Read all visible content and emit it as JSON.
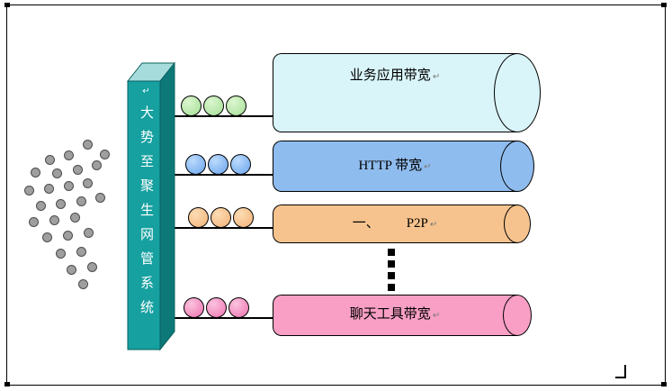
{
  "diagram": {
    "bar": {
      "text": "大势至聚生网管系统",
      "mark": "↵",
      "front_color": "#16a0a0",
      "top_color": "#a7dcdc",
      "side_color": "#0c7878"
    },
    "pipes": [
      {
        "label": "业务应用带宽",
        "mark": "↵",
        "fill": "#d9f5f9",
        "ball_color": "#a4df96"
      },
      {
        "label": "HTTP 带宽",
        "mark": "↵",
        "fill": "#8fbcee",
        "ball_color": "#69a4ee"
      },
      {
        "label": "一、        P2P",
        "mark": "↵",
        "fill": "#f6c38e",
        "ball_color": "#f3b277"
      },
      {
        "label": "聊天工具带宽",
        "mark": "↵",
        "fill": "#f99fc5",
        "ball_color": "#ee72b0"
      }
    ],
    "packet_dot_color": "#9f9f9f"
  }
}
